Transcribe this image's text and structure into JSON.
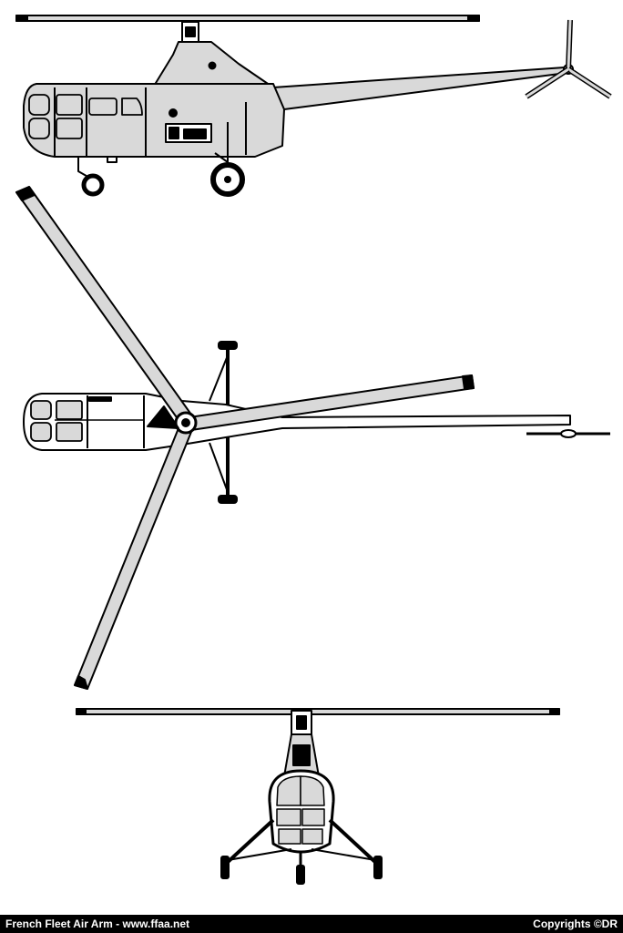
{
  "footer": {
    "credit": "French Fleet Air Arm - www.ffaa.net",
    "copyright": "Copyrights ©DR"
  },
  "colors": {
    "line": "#000000",
    "fill": "#d9d9d9",
    "background": "#ffffff"
  },
  "views": [
    "side-view",
    "top-view",
    "front-view"
  ]
}
